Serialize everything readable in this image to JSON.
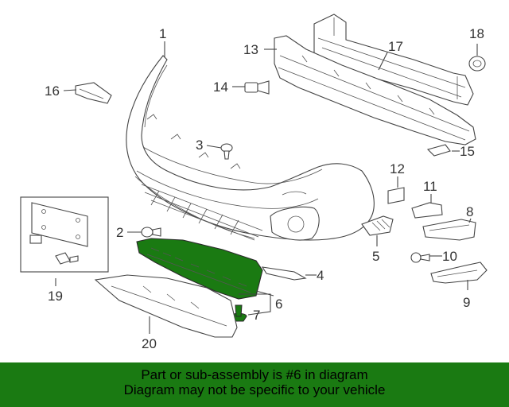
{
  "diagram": {
    "highlighted_part": "6",
    "highlight_color": "#1a7a12",
    "callouts": {
      "c1": "1",
      "c2": "2",
      "c3": "3",
      "c4": "4",
      "c5": "5",
      "c6": "6",
      "c7": "7",
      "c8": "8",
      "c9": "9",
      "c10": "10",
      "c11": "11",
      "c12": "12",
      "c13": "13",
      "c14": "14",
      "c15": "15",
      "c16": "16",
      "c17": "17",
      "c18": "18",
      "c19": "19",
      "c20": "20"
    }
  },
  "banner": {
    "line1": "Part or sub-assembly is #6 in diagram",
    "line2": "Diagram may not be specific to your vehicle",
    "background": "#1a7a12"
  }
}
